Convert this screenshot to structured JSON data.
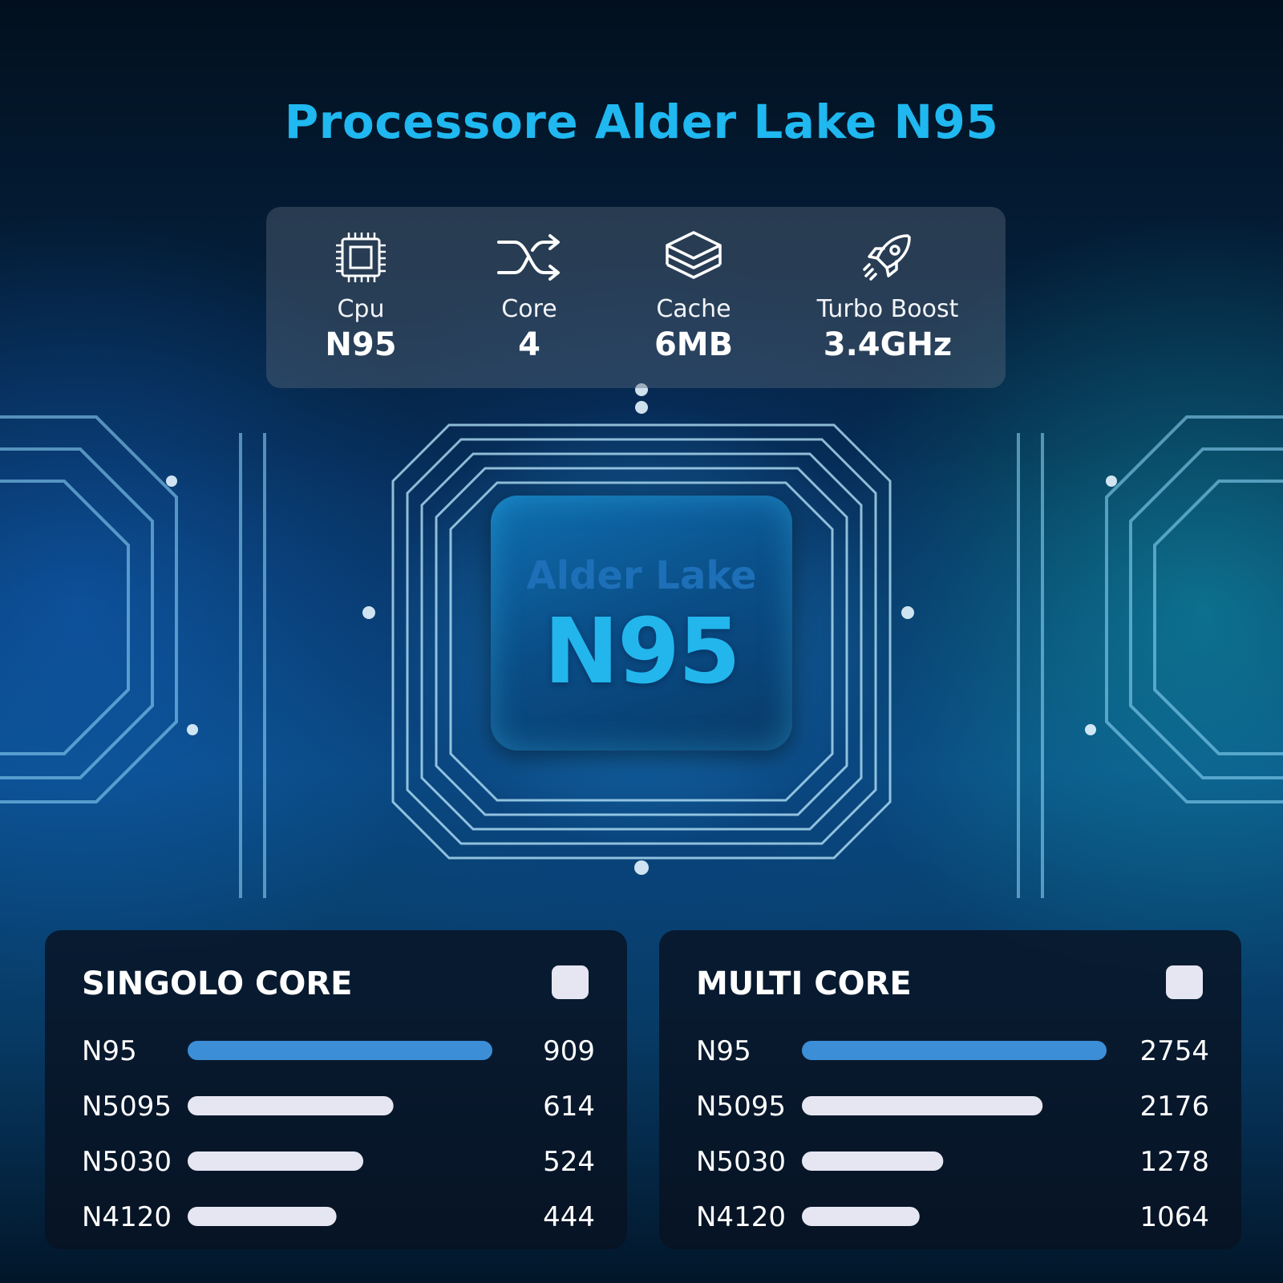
{
  "title": "Processore Alder Lake N95",
  "specs": [
    {
      "icon": "cpu-chip-icon",
      "label": "Cpu",
      "value": "N95"
    },
    {
      "icon": "shuffle-arrows-icon",
      "label": "Core",
      "value": "4"
    },
    {
      "icon": "layers-stack-icon",
      "label": "Cache",
      "value": "6MB"
    },
    {
      "icon": "rocket-icon",
      "label": "Turbo Boost",
      "value": "3.4GHz"
    }
  ],
  "chip": {
    "line1": "Alder Lake",
    "line2": "N95"
  },
  "colors": {
    "title": "#1fb8f0",
    "highlight_bar": "#3c8ed6",
    "bar": "#e6e6f2"
  },
  "chart_data": [
    {
      "type": "bar",
      "orientation": "horizontal",
      "title": "SINGOLO CORE",
      "categories": [
        "N95",
        "N5095",
        "N5030",
        "N4120"
      ],
      "values": [
        909,
        614,
        524,
        444
      ],
      "highlight_index": 0
    },
    {
      "type": "bar",
      "orientation": "horizontal",
      "title": "MULTI CORE",
      "categories": [
        "N95",
        "N5095",
        "N5030",
        "N4120"
      ],
      "values": [
        2754,
        2176,
        1278,
        1064
      ],
      "highlight_index": 0
    }
  ]
}
